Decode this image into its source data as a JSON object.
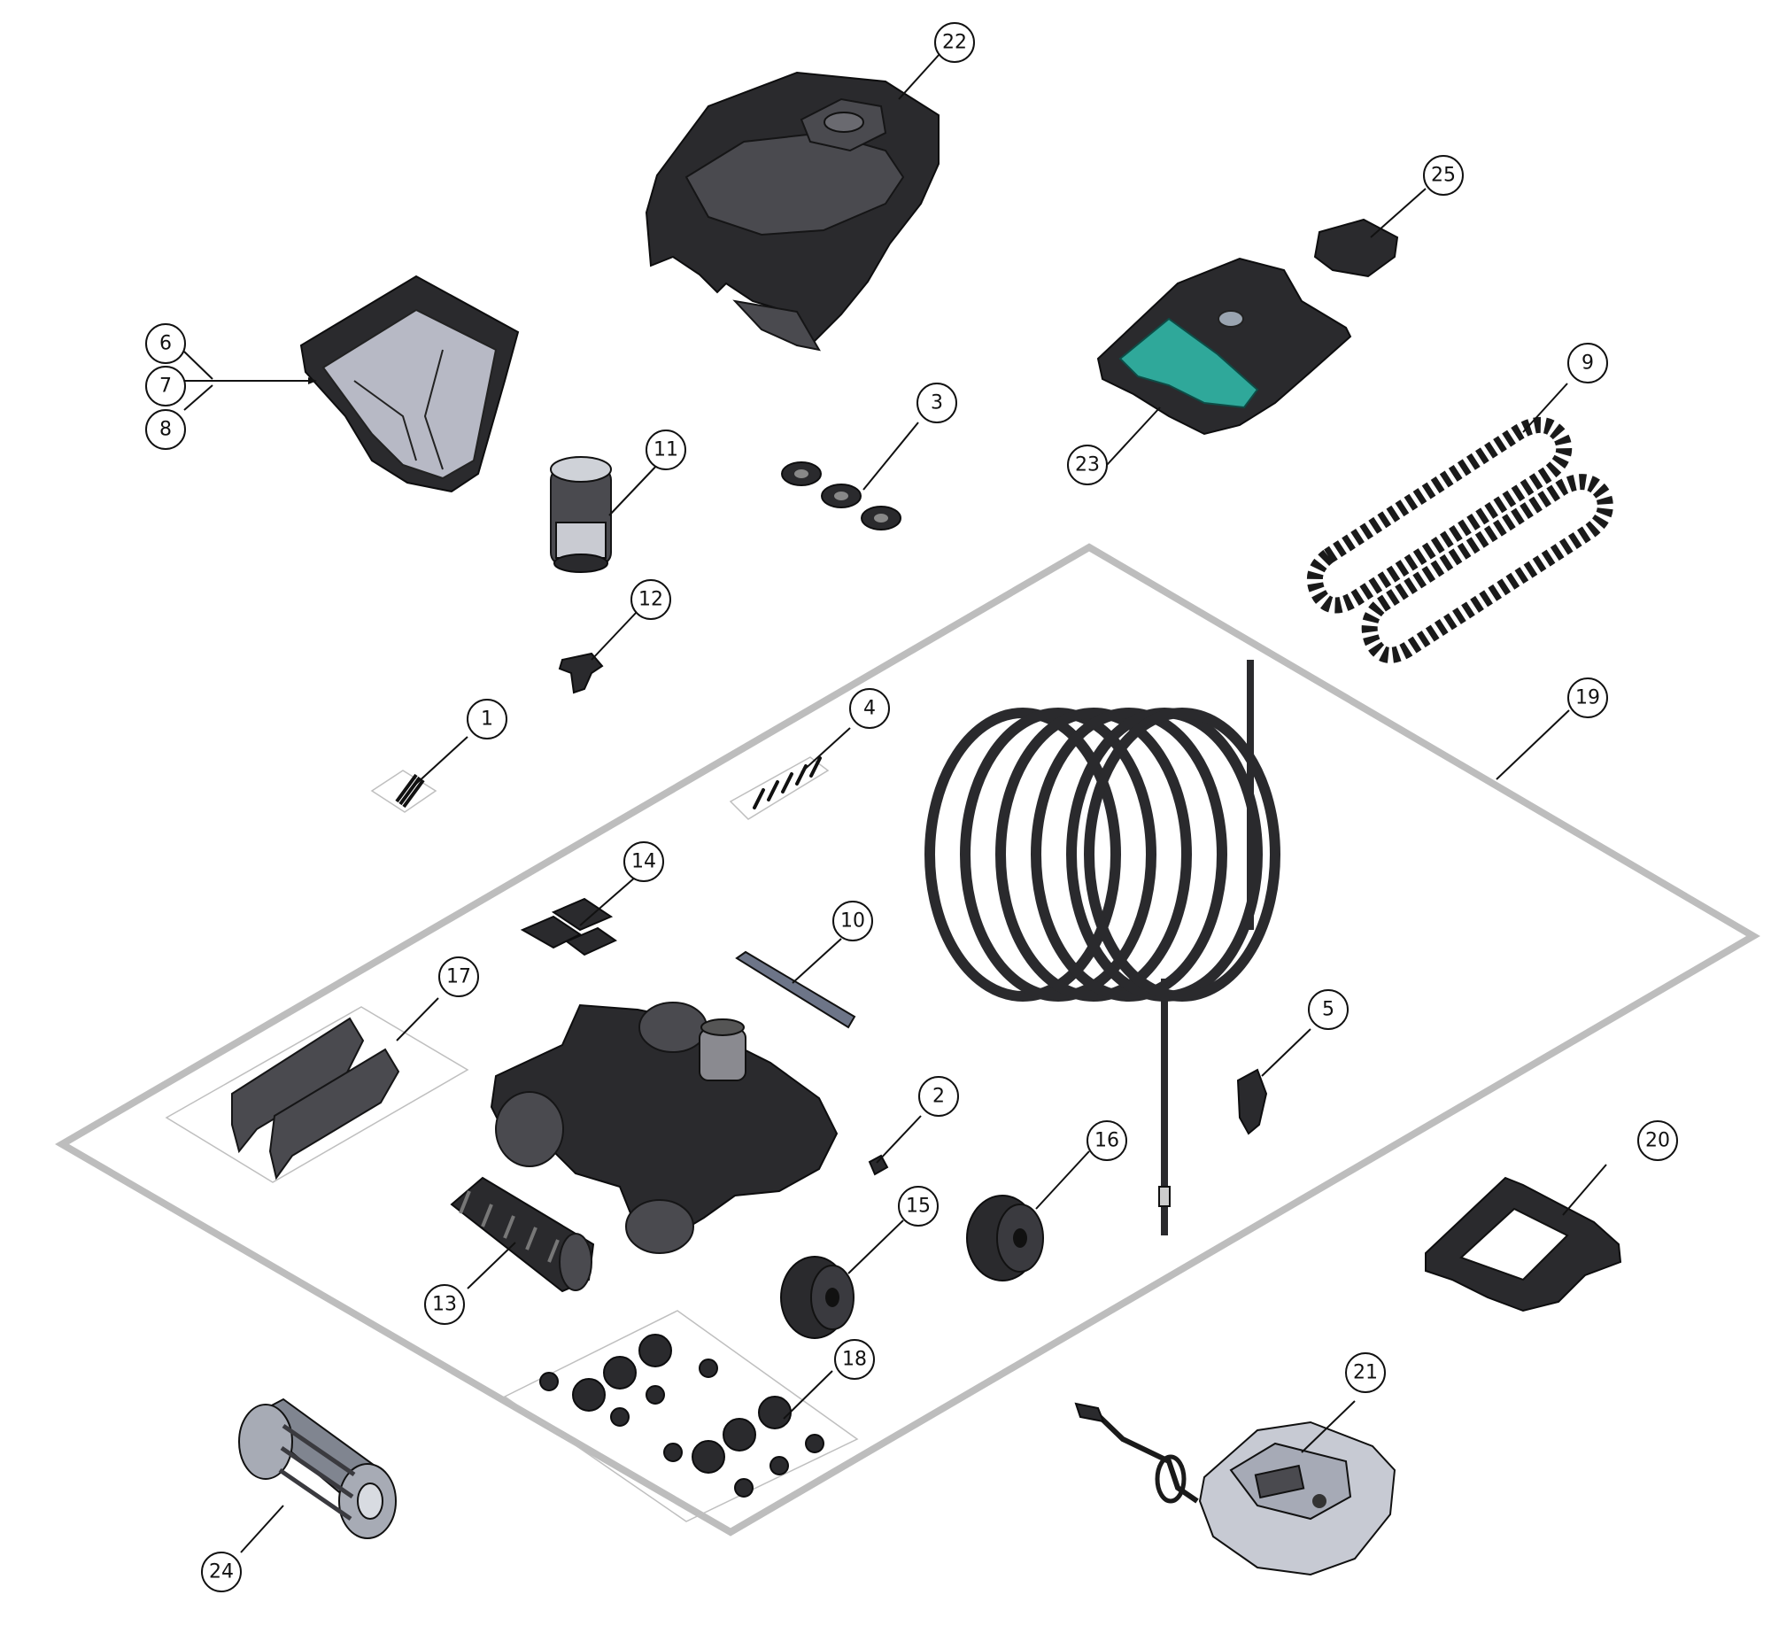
{
  "diagram": {
    "type": "exploded-parts-diagram",
    "colors": {
      "line": "#111111",
      "part_dark": "#2a2a2d",
      "kit_outline": "#bdbdbd",
      "accent_teal": "#2fa89a",
      "background": "#ffffff"
    },
    "callouts": [
      {
        "id": "c1",
        "label": "1",
        "part": "spring"
      },
      {
        "id": "c2",
        "label": "2",
        "part": "small-clip"
      },
      {
        "id": "c3",
        "label": "3",
        "part": "caps-set"
      },
      {
        "id": "c4",
        "label": "4",
        "part": "screws-kit"
      },
      {
        "id": "c5",
        "label": "5",
        "part": "swivel-connector"
      },
      {
        "id": "c6",
        "label": "6",
        "part": "filter-basket"
      },
      {
        "id": "c7",
        "label": "7",
        "part": "filter-basket"
      },
      {
        "id": "c8",
        "label": "8",
        "part": "filter-basket"
      },
      {
        "id": "c9",
        "label": "9",
        "part": "tracks"
      },
      {
        "id": "c10",
        "label": "10",
        "part": "comb-bar"
      },
      {
        "id": "c11",
        "label": "11",
        "part": "impeller-housing"
      },
      {
        "id": "c12",
        "label": "12",
        "part": "impeller"
      },
      {
        "id": "c13",
        "label": "13",
        "part": "spiral-brush"
      },
      {
        "id": "c14",
        "label": "14",
        "part": "pads"
      },
      {
        "id": "c15",
        "label": "15",
        "part": "wheel"
      },
      {
        "id": "c16",
        "label": "16",
        "part": "wheel"
      },
      {
        "id": "c17",
        "label": "17",
        "part": "side-flaps-kit"
      },
      {
        "id": "c18",
        "label": "18",
        "part": "gear-kit"
      },
      {
        "id": "c19",
        "label": "19",
        "part": "motor-chassis-kit"
      },
      {
        "id": "c20",
        "label": "20",
        "part": "handle"
      },
      {
        "id": "c21",
        "label": "21",
        "part": "power-supply"
      },
      {
        "id": "c22",
        "label": "22",
        "part": "top-housing"
      },
      {
        "id": "c23",
        "label": "23",
        "part": "top-cover"
      },
      {
        "id": "c24",
        "label": "24",
        "part": "roller-brush"
      },
      {
        "id": "c25",
        "label": "25",
        "part": "latch-button"
      }
    ]
  }
}
